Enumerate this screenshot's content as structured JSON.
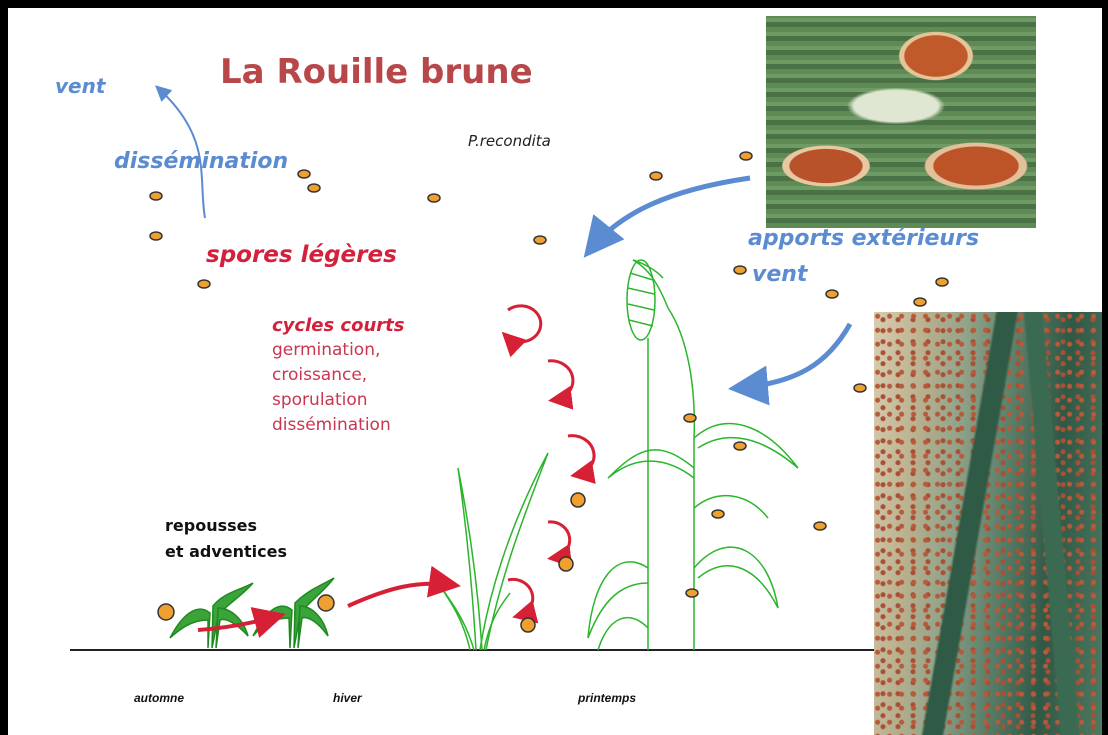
{
  "title": "La Rouille brune",
  "pathogen": "P.recondita",
  "labels": {
    "wind_top": "vent",
    "dissemination": "dissémination",
    "light_spores": "spores légères",
    "external_inputs": "apports extérieurs",
    "wind_right": "vent",
    "short_cycles_title": "cycles courts",
    "short_cycles_steps": [
      "germination,",
      "croissance,",
      "sporulation",
      "dissémination"
    ],
    "volunteers": [
      "repousses",
      "et adventices"
    ]
  },
  "seasons": [
    "automne",
    "hiver",
    "printemps"
  ],
  "colors": {
    "title": "#b8474a",
    "blue_text": "#5b8bd0",
    "red_text": "#d4203c",
    "cycle_text": "#c93650",
    "arrow_red": "#d62035",
    "arrow_blue": "#5b8bd0",
    "plant_green": "#2bb52b",
    "spore_orange": "#f0a030"
  },
  "photos": {
    "top": "close-up of brown rust pustules on leaf",
    "bottom": "wheat leaves with rust spots"
  }
}
